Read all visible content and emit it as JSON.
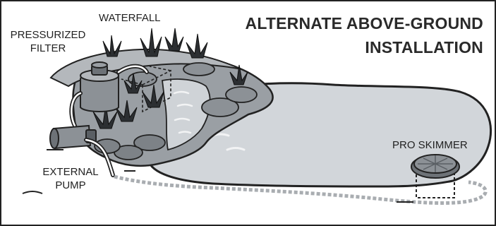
{
  "title": {
    "line1": "ALTERNATE ABOVE-GROUND",
    "line2": "INSTALLATION"
  },
  "labels": {
    "waterfall": "WATERFALL",
    "pressurized_filter_line1": "PRESSURIZED",
    "pressurized_filter_line2": "FILTER",
    "external_pump_line1": "EXTERNAL",
    "external_pump_line2": "PUMP",
    "pro_skimmer": "PRO SKIMMER"
  },
  "colors": {
    "water": "#d2d6da",
    "rock": "#9a9fa4",
    "rock_dark": "#5a5f64",
    "line": "#222222",
    "pipe_dotted": "#a9adb1"
  }
}
